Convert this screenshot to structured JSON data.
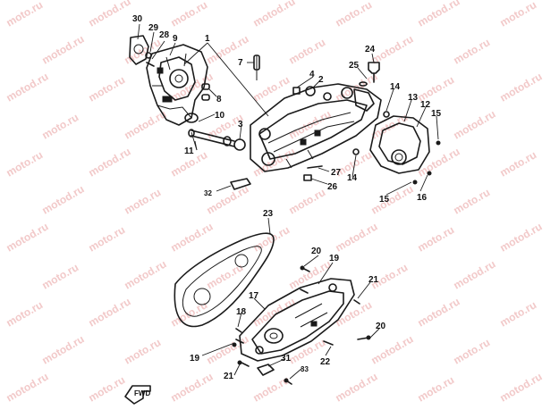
{
  "watermark": {
    "text": "moto.ru",
    "alt_text": "motod.ru"
  },
  "fwd_label": "FWD",
  "callouts": [
    {
      "id": "c30",
      "label": "30"
    },
    {
      "id": "c29",
      "label": "29"
    },
    {
      "id": "c28",
      "label": "28"
    },
    {
      "id": "c9",
      "label": "9"
    },
    {
      "id": "c1",
      "label": "1"
    },
    {
      "id": "c7",
      "label": "7"
    },
    {
      "id": "c8",
      "label": "8"
    },
    {
      "id": "c10",
      "label": "10"
    },
    {
      "id": "c11",
      "label": "11"
    },
    {
      "id": "c3",
      "label": "3"
    },
    {
      "id": "c4",
      "label": "4"
    },
    {
      "id": "c2",
      "label": "2"
    },
    {
      "id": "c24",
      "label": "24"
    },
    {
      "id": "c25",
      "label": "25"
    },
    {
      "id": "c14a",
      "label": "14"
    },
    {
      "id": "c13",
      "label": "13"
    },
    {
      "id": "c12",
      "label": "12"
    },
    {
      "id": "c15a",
      "label": "15"
    },
    {
      "id": "c27",
      "label": "27"
    },
    {
      "id": "c14b",
      "label": "14"
    },
    {
      "id": "c26",
      "label": "26"
    },
    {
      "id": "c15b",
      "label": "15"
    },
    {
      "id": "c16",
      "label": "16"
    },
    {
      "id": "c32",
      "label": "32"
    },
    {
      "id": "c23",
      "label": "23"
    },
    {
      "id": "c20a",
      "label": "20"
    },
    {
      "id": "c19a",
      "label": "19"
    },
    {
      "id": "c21a",
      "label": "21"
    },
    {
      "id": "c17",
      "label": "17"
    },
    {
      "id": "c18",
      "label": "18"
    },
    {
      "id": "c20b",
      "label": "20"
    },
    {
      "id": "c19b",
      "label": "19"
    },
    {
      "id": "c22",
      "label": "22"
    },
    {
      "id": "c31",
      "label": "31"
    },
    {
      "id": "c21b",
      "label": "21"
    },
    {
      "id": "c33",
      "label": "33"
    }
  ]
}
